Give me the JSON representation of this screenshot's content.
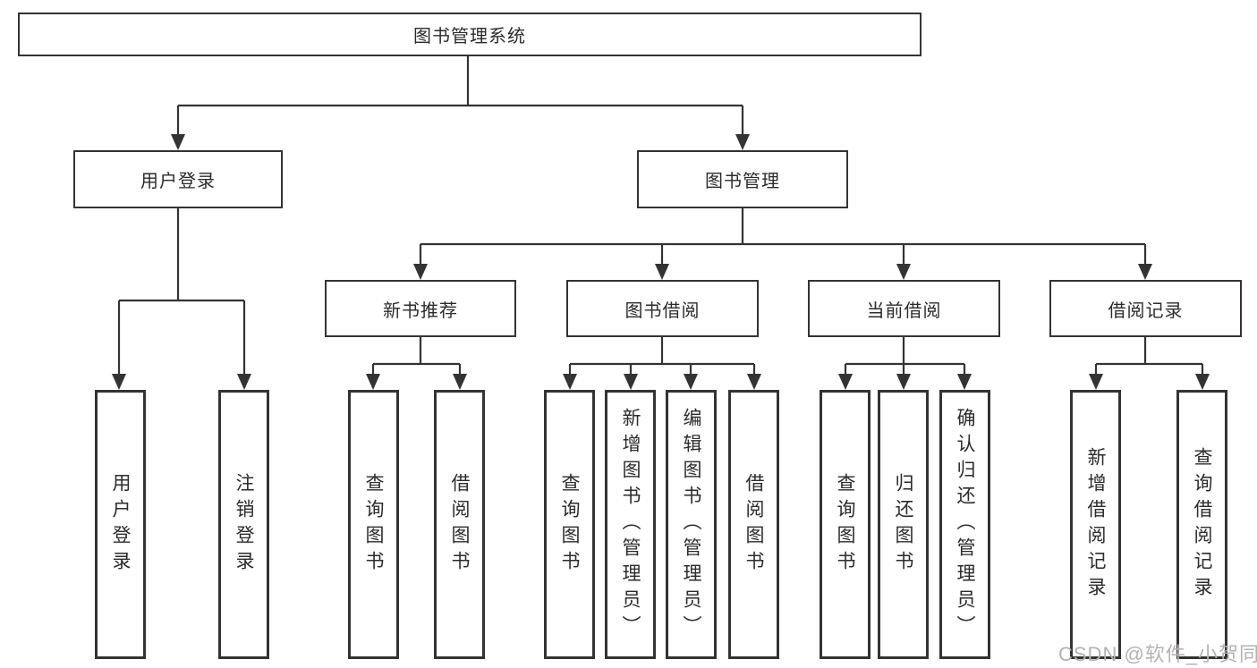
{
  "diagram": {
    "root": "图书管理系统",
    "branches": [
      {
        "label": "用户登录",
        "children": [
          "用户登录",
          "注销登录"
        ]
      },
      {
        "label": "图书管理",
        "groups": [
          {
            "label": "新书推荐",
            "children": [
              "查询图书",
              "借阅图书"
            ]
          },
          {
            "label": "图书借阅",
            "children": [
              "查询图书",
              "新增图书（管理员）",
              "编辑图书（管理员）",
              "借阅图书"
            ]
          },
          {
            "label": "当前借阅",
            "children": [
              "查询图书",
              "归还图书",
              "确认归还（管理员）"
            ]
          },
          {
            "label": "借阅记录",
            "children": [
              "新增借阅记录",
              "查询借阅记录"
            ]
          }
        ]
      }
    ]
  },
  "watermark": {
    "text": "CSDN @软件_小贺同学"
  },
  "colors": {
    "line": "#333333",
    "box_border": "#333333",
    "box_fill": "#ffffff",
    "text": "#2b2b2b",
    "watermark": "#b5b2b2"
  }
}
